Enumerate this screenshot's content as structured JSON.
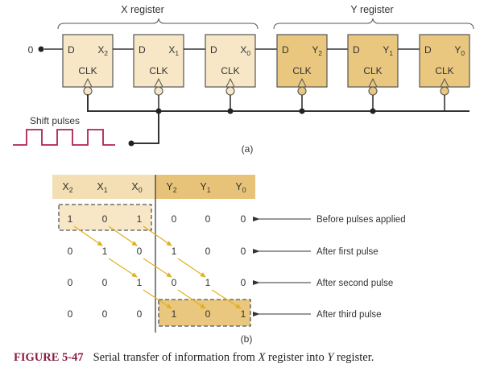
{
  "colors": {
    "x_fill": "#f7e7c6",
    "y_fill": "#e9c77f",
    "wire": "#333333",
    "pulse": "#b0234f",
    "arrow": "#e0b020",
    "header_x": "#f3dfb3",
    "header_y": "#e7c37a",
    "caption_label": "#8a1c45"
  },
  "circuit": {
    "input_value": "0",
    "x_register_label": "X register",
    "y_register_label": "Y register",
    "flipflops": [
      {
        "id": "X2",
        "d": "D",
        "q": "X",
        "sub": "2",
        "clk": "CLK",
        "register": "x"
      },
      {
        "id": "X1",
        "d": "D",
        "q": "X",
        "sub": "1",
        "clk": "CLK",
        "register": "x"
      },
      {
        "id": "X0",
        "d": "D",
        "q": "X",
        "sub": "0",
        "clk": "CLK",
        "register": "x"
      },
      {
        "id": "Y2",
        "d": "D",
        "q": "Y",
        "sub": "2",
        "clk": "CLK",
        "register": "y"
      },
      {
        "id": "Y1",
        "d": "D",
        "q": "Y",
        "sub": "1",
        "clk": "CLK",
        "register": "y"
      },
      {
        "id": "Y0",
        "d": "D",
        "q": "Y",
        "sub": "0",
        "clk": "CLK",
        "register": "y"
      }
    ],
    "shift_pulses_label": "Shift pulses",
    "shift_pulse_count": 3,
    "part_label": "(a)"
  },
  "table": {
    "headers": [
      {
        "name": "X",
        "sub": "2"
      },
      {
        "name": "X",
        "sub": "1"
      },
      {
        "name": "X",
        "sub": "0"
      },
      {
        "name": "Y",
        "sub": "2"
      },
      {
        "name": "Y",
        "sub": "1"
      },
      {
        "name": "Y",
        "sub": "0"
      }
    ],
    "rows": [
      {
        "values": [
          "1",
          "0",
          "1",
          "0",
          "0",
          "0"
        ],
        "label": "Before pulses applied"
      },
      {
        "values": [
          "0",
          "1",
          "0",
          "1",
          "0",
          "0"
        ],
        "label": "After first pulse"
      },
      {
        "values": [
          "0",
          "0",
          "1",
          "0",
          "1",
          "0"
        ],
        "label": "After second pulse"
      },
      {
        "values": [
          "0",
          "0",
          "0",
          "1",
          "0",
          "1"
        ],
        "label": "After third pulse"
      }
    ],
    "part_label": "(b)"
  },
  "caption": {
    "figure_number": "FIGURE 5-47",
    "text_parts": [
      "Serial transfer of information from ",
      "X",
      " register into ",
      "Y",
      " register."
    ]
  }
}
